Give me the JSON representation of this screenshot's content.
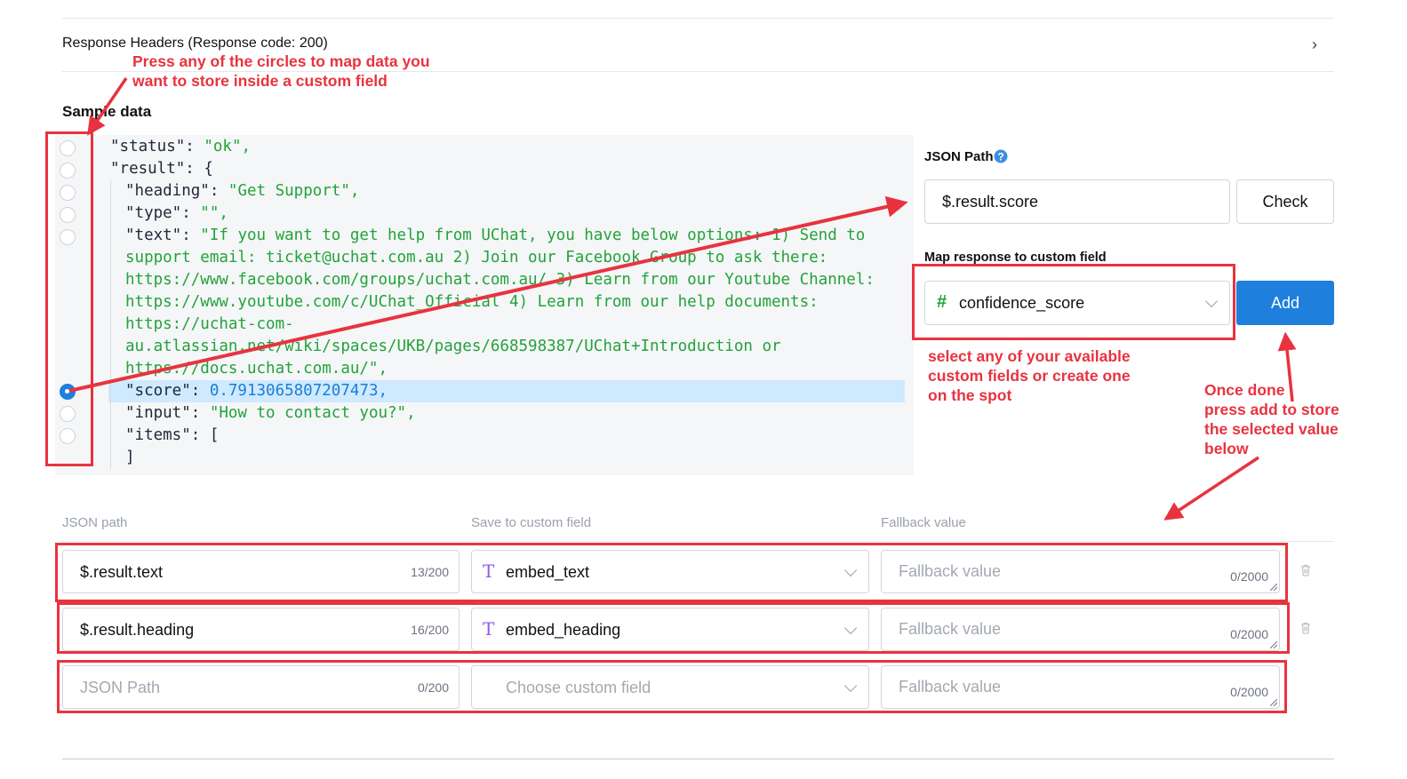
{
  "response_headers": {
    "title": "Response Headers (Response code: 200)"
  },
  "sample_data": {
    "title": "Sample data",
    "lines": [
      {
        "key": "\"status\": ",
        "val": "\"ok\",",
        "type": "s"
      },
      {
        "key": "\"result\": {",
        "val": "",
        "type": "k"
      },
      {
        "key": "\"heading\": ",
        "val": "\"Get Support\",",
        "type": "s"
      },
      {
        "key": "\"type\": ",
        "val": "\"\",",
        "type": "s"
      },
      {
        "key": "\"text\": ",
        "val": "\"If you want to get help from UChat, you have below options: 1) Send to",
        "type": "s"
      },
      {
        "key": "",
        "val": "support email: ticket@uchat.com.au 2) Join our Facebook Group to ask there:",
        "type": "s"
      },
      {
        "key": "",
        "val": "https://www.facebook.com/groups/uchat.com.au/ 3) Learn from our Youtube Channel:",
        "type": "s"
      },
      {
        "key": "",
        "val": "https://www.youtube.com/c/UChat_Official 4) Learn from our help documents:",
        "type": "s"
      },
      {
        "key": "",
        "val": "https://uchat-com-",
        "type": "s"
      },
      {
        "key": "",
        "val": "au.atlassian.net/wiki/spaces/UKB/pages/668598387/UChat+Introduction or",
        "type": "s"
      },
      {
        "key": "",
        "val": "https://docs.uchat.com.au/\",",
        "type": "s"
      },
      {
        "key": "\"score\": ",
        "val": "0.7913065807207473,",
        "type": "n"
      },
      {
        "key": "\"input\": ",
        "val": "\"How to contact you?\",",
        "type": "s"
      },
      {
        "key": "\"items\": [",
        "val": "",
        "type": "k"
      },
      {
        "key": "]",
        "val": "",
        "type": "k"
      }
    ]
  },
  "json_path": {
    "label": "JSON Path",
    "value": "$.result.score",
    "check_label": "Check"
  },
  "map_response": {
    "label": "Map response to custom field",
    "field_icon": "#",
    "field_value": "confidence_score",
    "add_label": "Add"
  },
  "mapping_table": {
    "headers": {
      "json_path": "JSON path",
      "custom_field": "Save to custom field",
      "fallback": "Fallback value"
    },
    "rows": [
      {
        "path": "$.result.text",
        "path_count": "13/200",
        "field": "embed_text",
        "fallback_placeholder": "Fallback value",
        "fallback_count": "0/2000"
      },
      {
        "path": "$.result.heading",
        "path_count": "16/200",
        "field": "embed_heading",
        "fallback_placeholder": "Fallback value",
        "fallback_count": "0/2000"
      },
      {
        "path_placeholder": "JSON Path",
        "path_count": "0/200",
        "field_placeholder": "Choose custom field",
        "fallback_placeholder": "Fallback value",
        "fallback_count": "0/2000"
      }
    ]
  },
  "annotations": {
    "circles": [
      "Press any of the circles to map data you",
      "want to store inside a custom field"
    ],
    "select": [
      "select any of your available",
      "custom fields or create one",
      "on the spot"
    ],
    "done": [
      "Once done",
      "press add to  store",
      "the selected value",
      "below"
    ]
  },
  "colors": {
    "accent": "#1e7fdc",
    "annotation_red": "#e8333f",
    "string_green": "#22a33a",
    "number_blue": "#1a7fd6",
    "field_icon_purple": "#8b5cf6"
  }
}
